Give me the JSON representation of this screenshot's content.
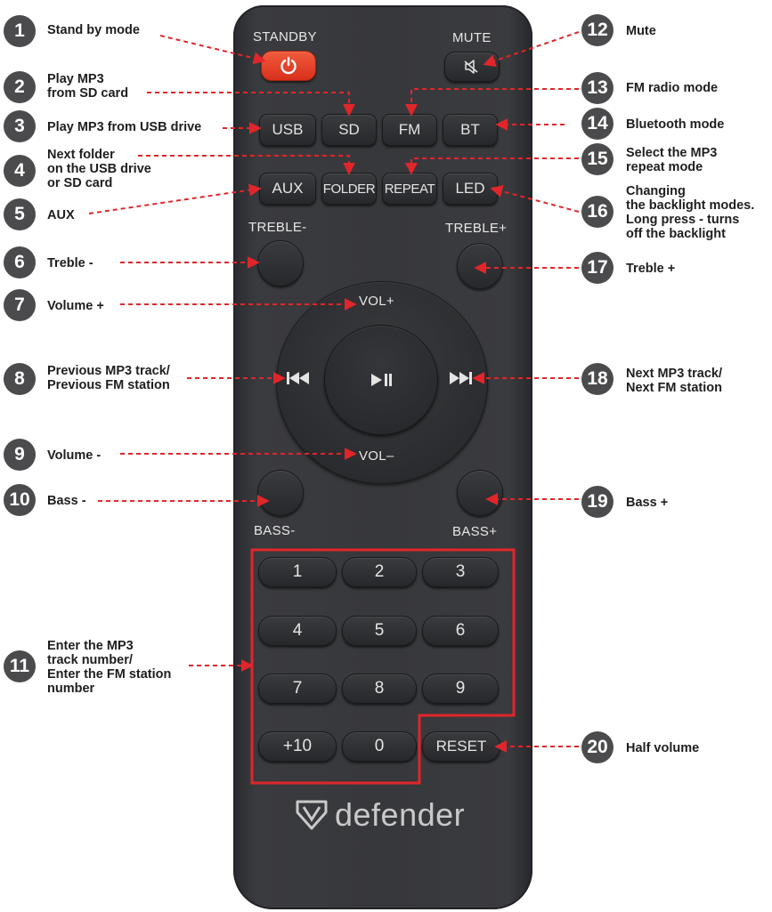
{
  "remote": {
    "brand": "defender",
    "labels": {
      "standby": "STANDBY",
      "mute": "MUTE",
      "treble_minus": "TREBLE-",
      "treble_plus": "TREBLE+",
      "bass_minus": "BASS-",
      "bass_plus": "BASS+",
      "vol_plus": "VOL+",
      "vol_minus": "VOL–"
    },
    "row1": [
      "USB",
      "SD",
      "FM",
      "BT"
    ],
    "row2": [
      "AUX",
      "FOLDER",
      "REPEAT",
      "LED"
    ],
    "numpad": [
      "1",
      "2",
      "3",
      "4",
      "5",
      "6",
      "7",
      "8",
      "9",
      "+10",
      "0",
      "RESET"
    ]
  },
  "callouts": [
    {
      "num": "1",
      "text": "Stand by mode"
    },
    {
      "num": "2",
      "text": "Play MP3\nfrom SD card"
    },
    {
      "num": "3",
      "text": "Play MP3 from USB drive"
    },
    {
      "num": "4",
      "text": "Next folder\non the USB drive\nor SD card"
    },
    {
      "num": "5",
      "text": "AUX"
    },
    {
      "num": "6",
      "text": "Treble -"
    },
    {
      "num": "7",
      "text": "Volume +"
    },
    {
      "num": "8",
      "text": "Previous MP3 track/\nPrevious FM station"
    },
    {
      "num": "9",
      "text": "Volume -"
    },
    {
      "num": "10",
      "text": "Bass -"
    },
    {
      "num": "11",
      "text": "Enter the MP3\ntrack number/\nEnter the FM station\nnumber"
    },
    {
      "num": "12",
      "text": "Mute"
    },
    {
      "num": "13",
      "text": "FM radio mode"
    },
    {
      "num": "14",
      "text": "Bluetooth mode"
    },
    {
      "num": "15",
      "text": "Select the MP3\nrepeat mode"
    },
    {
      "num": "16",
      "text": "Changing\nthe backlight modes.\nLong press - turns\noff the backlight"
    },
    {
      "num": "17",
      "text": "Treble +"
    },
    {
      "num": "18",
      "text": "Next MP3 track/\nNext FM station"
    },
    {
      "num": "19",
      "text": "Bass +"
    },
    {
      "num": "20",
      "text": "Half volume"
    }
  ],
  "colors": {
    "callout_circle": "#4b4b4d",
    "leader_line": "#e0262a",
    "highlight_frame": "#e0262a",
    "standby_button": "#e8432b",
    "remote_body": "#37383b"
  }
}
